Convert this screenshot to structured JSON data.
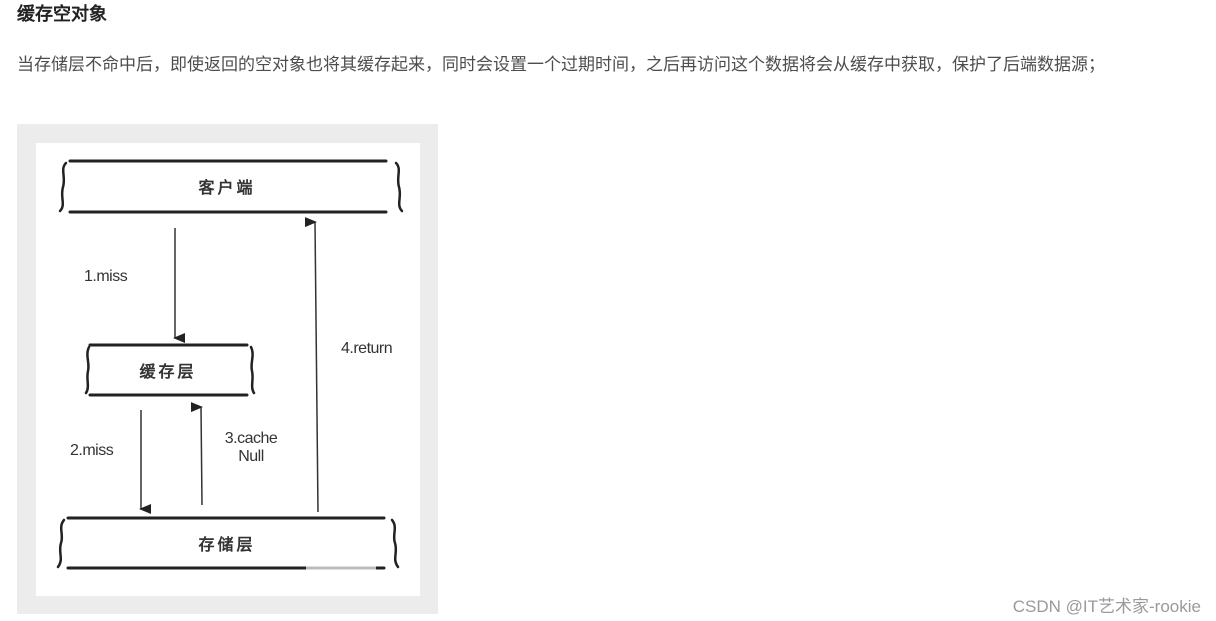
{
  "article": {
    "heading": "缓存空对象",
    "paragraph": "当存储层不命中后，即使返回的空对象也将其缓存起来，同时会设置一个过期时间，之后再访问这个数据将会从缓存中获取，保护了后端数据源；"
  },
  "diagram": {
    "boxes": {
      "client": "客户端",
      "cache": "缓存层",
      "storage": "存储层"
    },
    "edges": {
      "step1": "1.miss",
      "step2": "2.miss",
      "step3_line1": "3.cache",
      "step3_line2": "Null",
      "step4": "4.return"
    },
    "colors": {
      "frame_background": "#ececec",
      "canvas_background": "#ffffff",
      "stroke": "#222222"
    }
  },
  "watermark": {
    "text": "CSDN @IT艺术家-rookie"
  }
}
